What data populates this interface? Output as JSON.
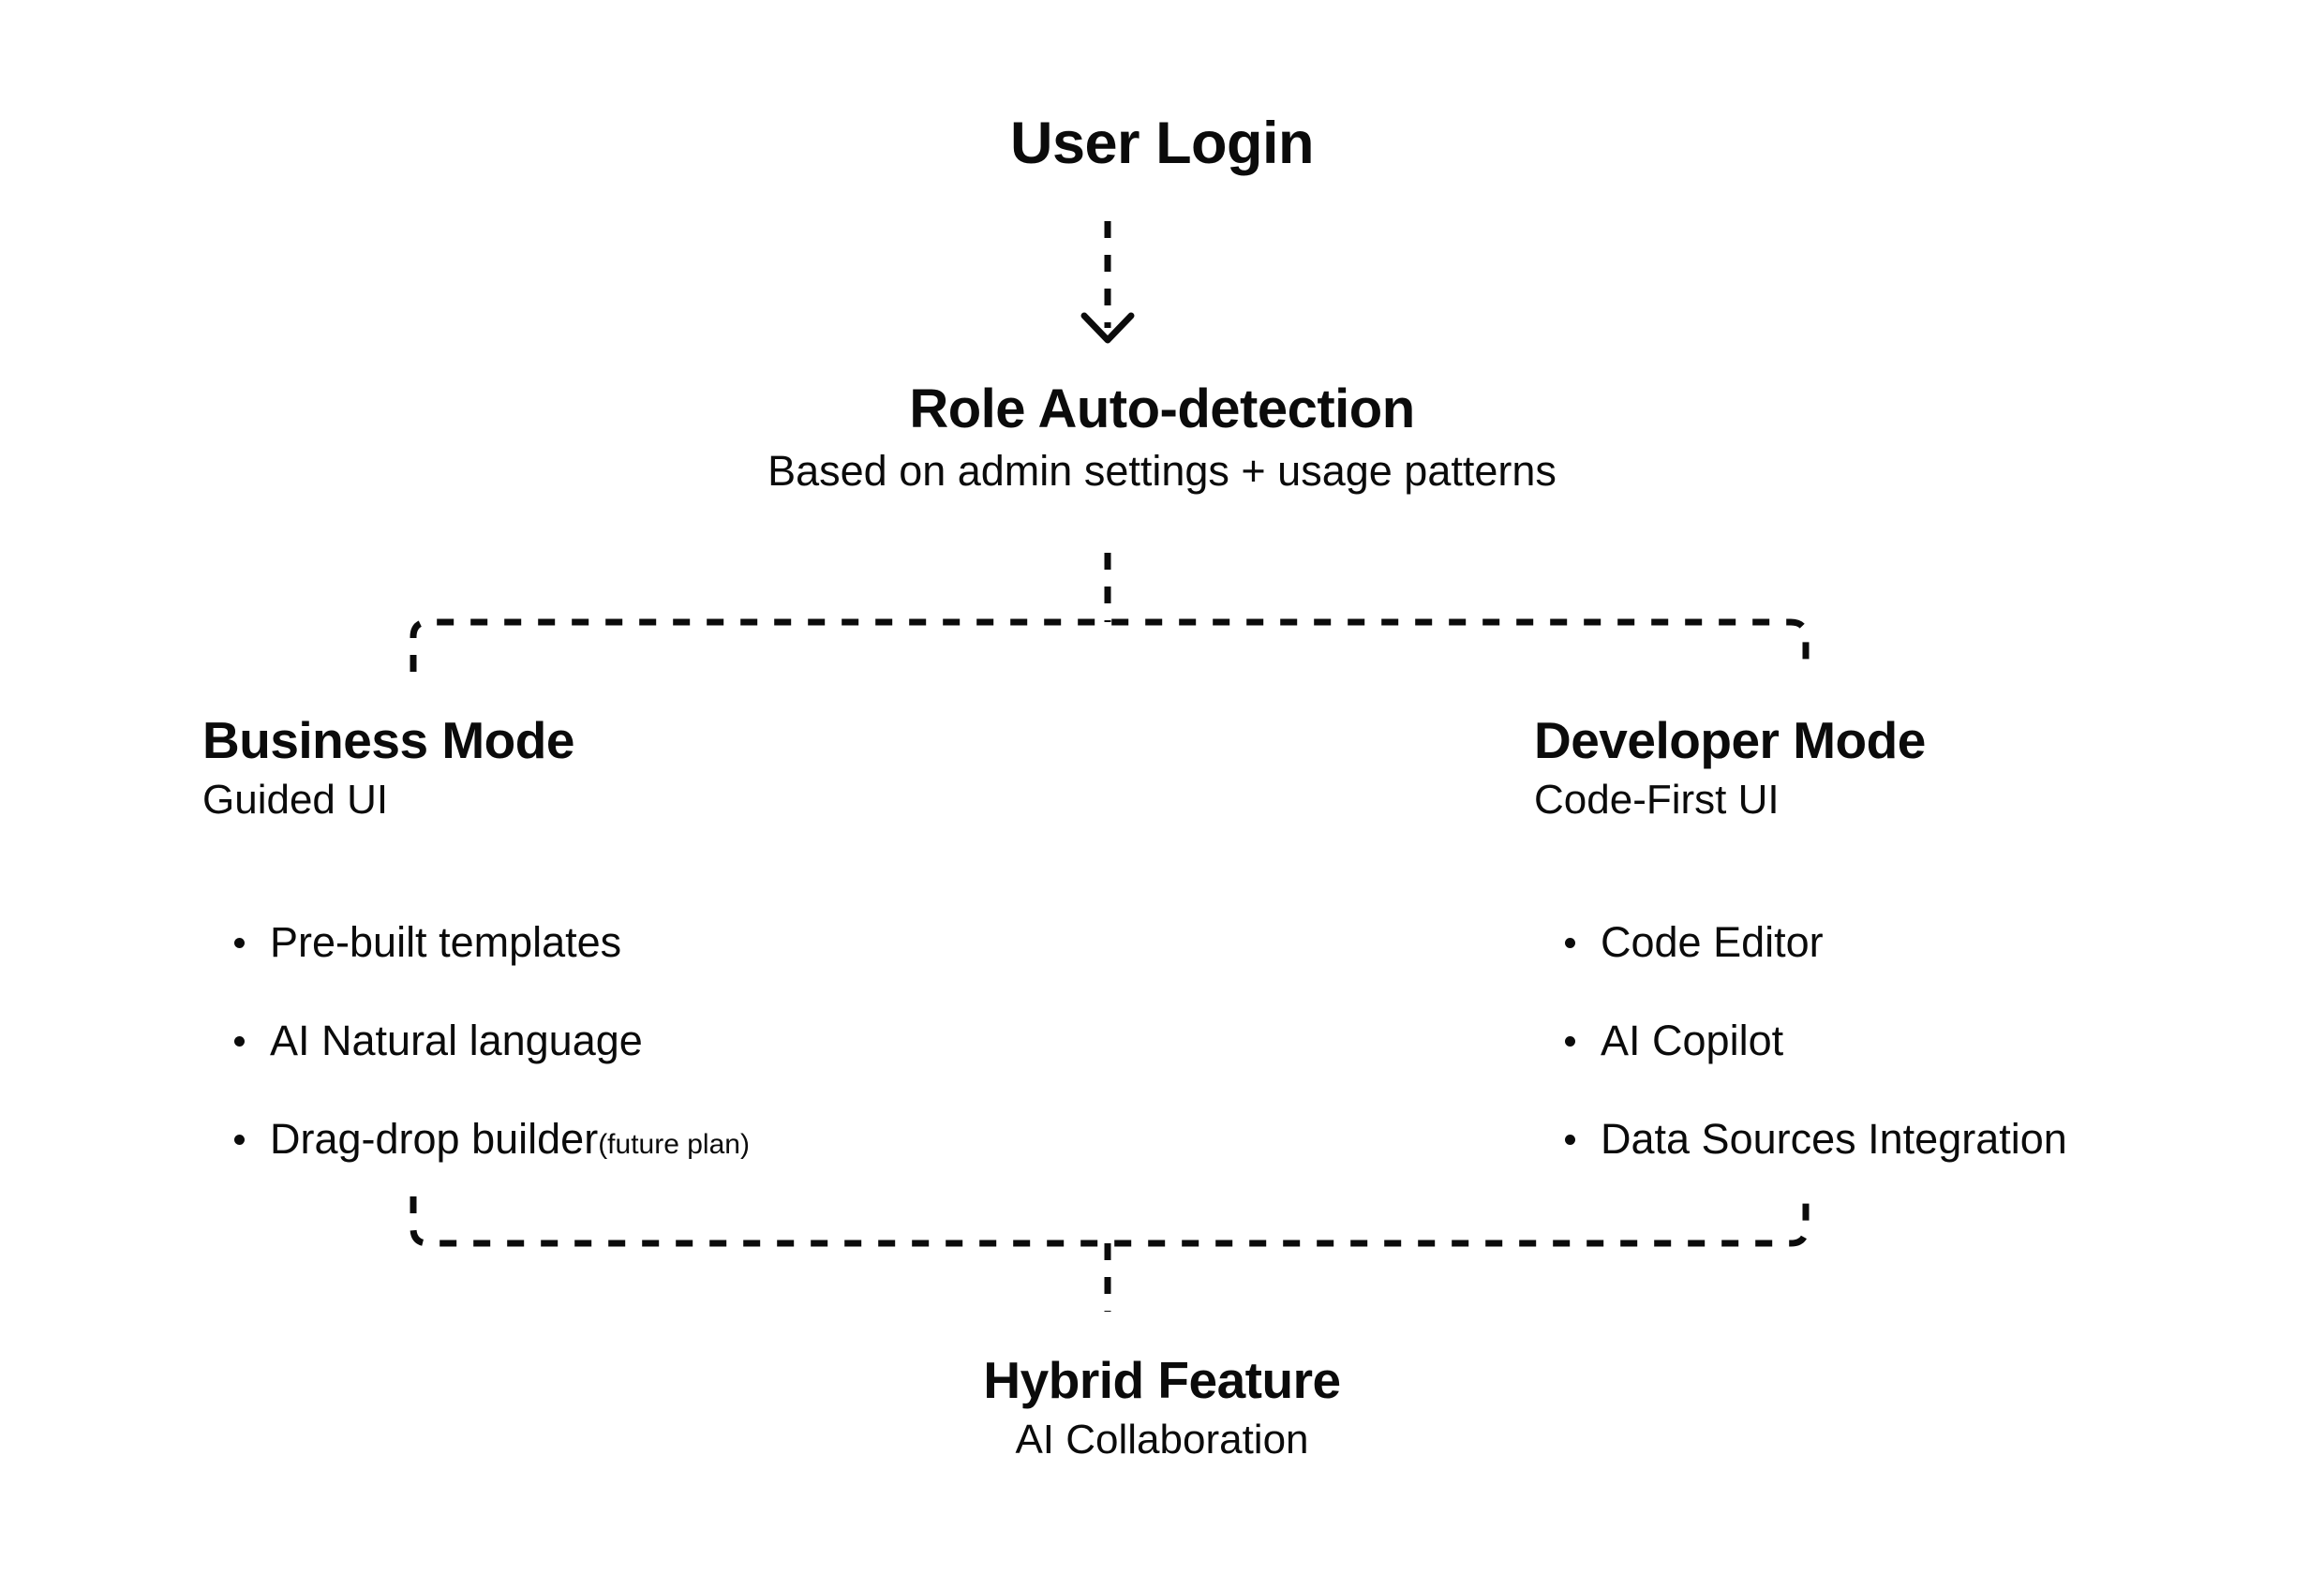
{
  "diagram": {
    "title_text": "User Login",
    "nodes": {
      "user_login": {
        "title": "User Login"
      },
      "role_detection": {
        "title": "Role Auto-detection",
        "subtitle": "Based on admin settings + usage patterns"
      },
      "business_mode": {
        "title": "Business Mode",
        "subtitle": "Guided UI",
        "features": [
          {
            "label": "Pre-built templates",
            "note": ""
          },
          {
            "label": "AI Natural language",
            "note": ""
          },
          {
            "label": "Drag-drop builder",
            "note": "(future plan)"
          }
        ]
      },
      "developer_mode": {
        "title": "Developer Mode",
        "subtitle": "Code-First UI",
        "features": [
          {
            "label": "Code Editor",
            "note": ""
          },
          {
            "label": "AI Copilot",
            "note": ""
          },
          {
            "label": "Data Sources Integration",
            "note": ""
          }
        ]
      },
      "hybrid_feature": {
        "title": "Hybrid Feature",
        "subtitle": "AI Collaboration"
      }
    },
    "connectors": [
      {
        "name": "login-to-detection",
        "style": "dashed",
        "arrow": "down-chevron"
      },
      {
        "name": "detection-split-to-modes",
        "style": "dashed",
        "arrow": "none"
      },
      {
        "name": "modes-merge-to-hybrid",
        "style": "dashed",
        "arrow": "none"
      }
    ],
    "colors": {
      "background": "#ffffff",
      "text": "#0b0b0b",
      "connector": "#0b0b0b"
    }
  }
}
